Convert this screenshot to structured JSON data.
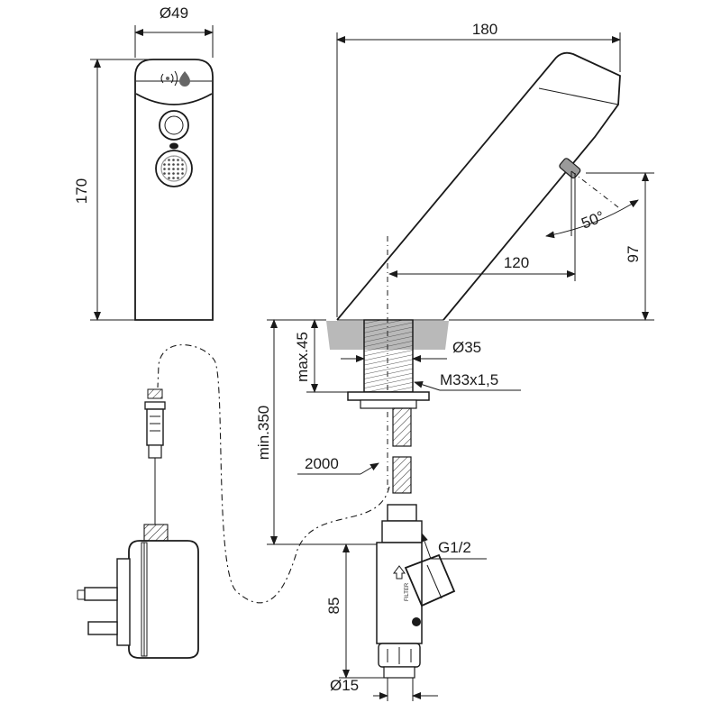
{
  "dims": {
    "width_top": "Ø49",
    "height_left": "170",
    "reach_top": "180",
    "spout_reach": "120",
    "spout_height": "97",
    "angle": "50°",
    "max_thickness": "max.45",
    "min_depth": "min.350",
    "shank_dia": "Ø35",
    "thread": "M33x1,5",
    "hose_len": "2000",
    "connector": "G1/2",
    "valve_height": "85",
    "outlet_dia": "Ø15"
  },
  "icons": [
    "sensor-waves-icon",
    "water-drop-icon",
    "arrow-up-icon"
  ],
  "filter_label": "FILTER",
  "colors": {
    "line": "#1a1a1a",
    "counter": "#b9b9b9",
    "nozzle": "#9a9a9a"
  }
}
